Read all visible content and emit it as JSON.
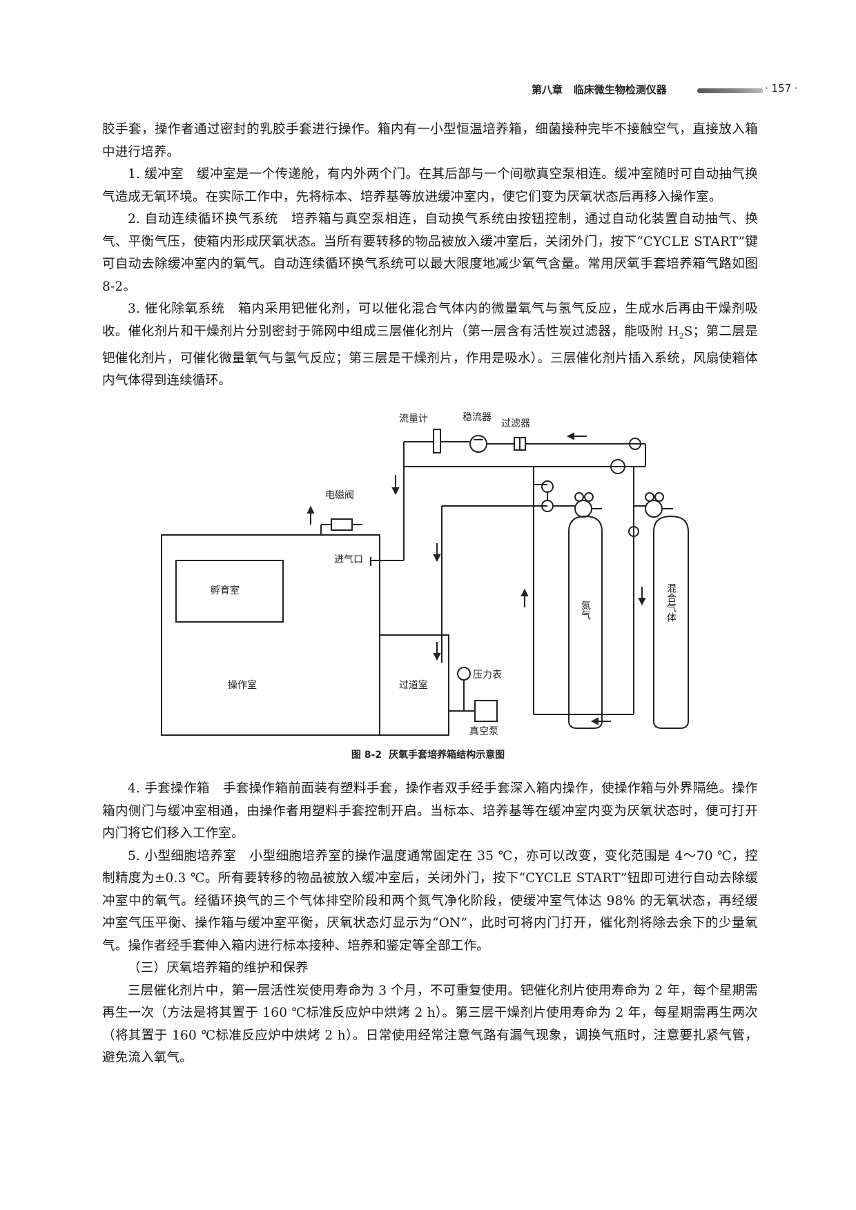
{
  "header": {
    "chapter": "第八章",
    "title": "临床微生物检测仪器",
    "page": "· 157 ·"
  },
  "para": {
    "p0": "胶手套，操作者通过密封的乳胶手套进行操作。箱内有一小型恒温培养箱，细菌接种完毕不接触空气，直接放入箱中进行培养。",
    "p1": "1. 缓冲室　缓冲室是一个传递舱，有内外两个门。在其后部与一个间歇真空泵相连。缓冲室随时可自动抽气换气造成无氧环境。在实际工作中，先将标本、培养基等放进缓冲室内，使它们变为厌氧状态后再移入操作室。",
    "p2": "2. 自动连续循环换气系统　培养箱与真空泵相连，自动换气系统由按钮控制，通过自动化装置自动抽气、换气、平衡气压，使箱内形成厌氧状态。当所有要转移的物品被放入缓冲室后，关闭外门，按下“CYCLE START”键可自动去除缓冲室内的氧气。自动连续循环换气系统可以最大限度地减少氧气含量。常用厌氧手套培养箱气路如图 8-2。",
    "p3a": "3. 催化除氧系统　箱内采用钯催化剂，可以催化混合气体内的微量氧气与氢气反应，生成水后再由干燥剂吸收。催化剂片和干燥剂片分别密封于筛网中组成三层催化剂片（第一层含有活性炭过滤器，能吸附 H",
    "p3sub": "2",
    "p3b": "S；第二层是钯催化剂片，可催化微量氧气与氢气反应；第三层是干燥剂片，作用是吸水）。三层催化剂片插入系统，风扇使箱体内气体得到连续循环。",
    "p4": "4. 手套操作箱　手套操作箱前面装有塑料手套，操作者双手经手套深入箱内操作，使操作箱与外界隔绝。操作箱内侧门与缓冲室相通，由操作者用塑料手套控制开启。当标本、培养基等在缓冲室内变为厌氧状态时，便可打开内门将它们移入工作室。",
    "p5": "5. 小型细胞培养室　小型细胞培养室的操作温度通常固定在 35 ℃，亦可以改变，变化范围是 4～70 ℃，控制精度为±0.3 ℃。所有要转移的物品被放入缓冲室后，关闭外门，按下“CYCLE START”钮即可进行自动去除缓冲室中的氧气。经循环换气的三个气体排空阶段和两个氮气净化阶段，使缓冲室气体达 98% 的无氧状态，再经缓冲室气压平衡、操作箱与缓冲室平衡，厌氧状态灯显示为“ON”，此时可将内门打开，催化剂将除去余下的少量氧气。操作者经手套伸入箱内进行标本接种、培养和鉴定等全部工作。",
    "section": "（三）厌氧培养箱的维护和保养",
    "p6": "三层催化剂片中，第一层活性炭使用寿命为 3 个月，不可重复使用。钯催化剂片使用寿命为 2 年，每个星期需再生一次（方法是将其置于 160 ℃标准反应炉中烘烤 2 h）。第三层干燥剂片使用寿命为 2 年，每星期需再生两次（将其置于 160 ℃标准反应炉中烘烤 2 h）。日常使用经常注意气路有漏气现象，调换气瓶时，注意要扎紧气管，避免流入氧气。"
  },
  "figure": {
    "number": "图 8-2",
    "caption": "厌氧手套培养箱结构示意图",
    "labels": {
      "flowmeter": "流量计",
      "stabilizer": "稳流器",
      "filter": "过滤器",
      "solenoid": "电磁阀",
      "inlet": "进气口",
      "incubator": "孵育室",
      "operation": "操作室",
      "transfer": "过道室",
      "gauge": "压力表",
      "pump": "真空泵",
      "nitrogen": "氮气",
      "mixed": "混合气体"
    }
  }
}
